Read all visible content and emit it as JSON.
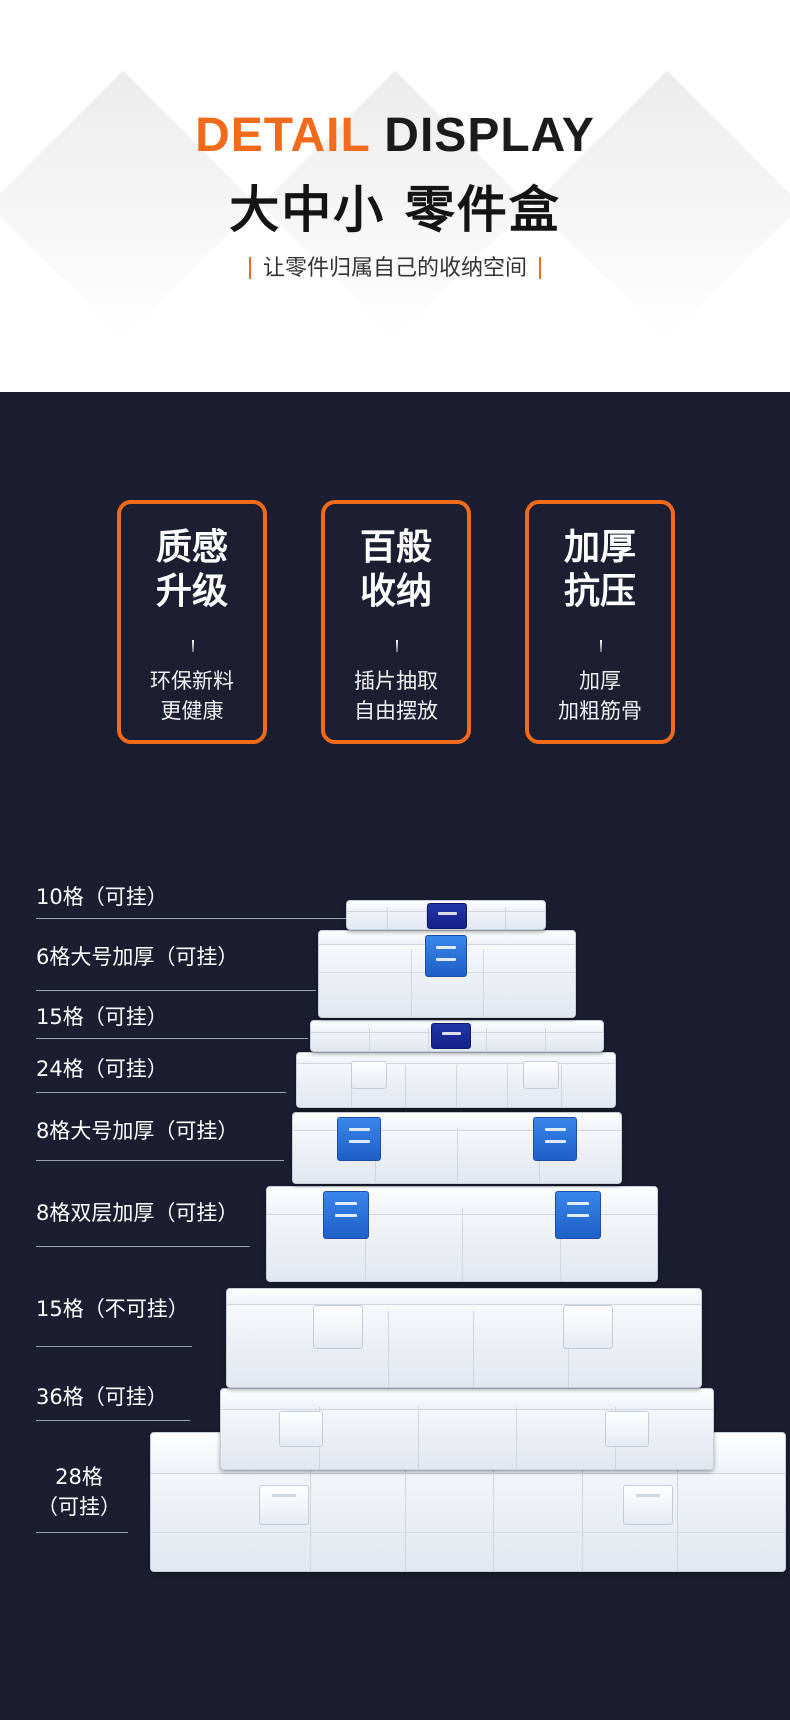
{
  "header": {
    "title_en_highlight": "DETAIL",
    "title_en_rest": "DISPLAY",
    "title_cn": "大中小 零件盒",
    "subtitle": "让零件归属自己的收纳空间"
  },
  "features": [
    {
      "title": "质感\n升级",
      "desc": "环保新料\n更健康"
    },
    {
      "title": "百般\n收纳",
      "desc": "插片抽取\n自由摆放"
    },
    {
      "title": "加厚\n抗压",
      "desc": "加厚\n加粗筋骨"
    }
  ],
  "sizes": [
    "10格（可挂）",
    "6格大号加厚（可挂）",
    "15格（可挂）",
    "24格（可挂）",
    "8格大号加厚（可挂）",
    "8格双层加厚（可挂）",
    "15格（不可挂）",
    "36格（可挂）",
    "28格\n（可挂）"
  ],
  "colors": {
    "accent": "#f26a1b",
    "background_dark": "#1b1e30",
    "clasp_blue": "#2a74dc",
    "clasp_navy": "#1a2898"
  }
}
